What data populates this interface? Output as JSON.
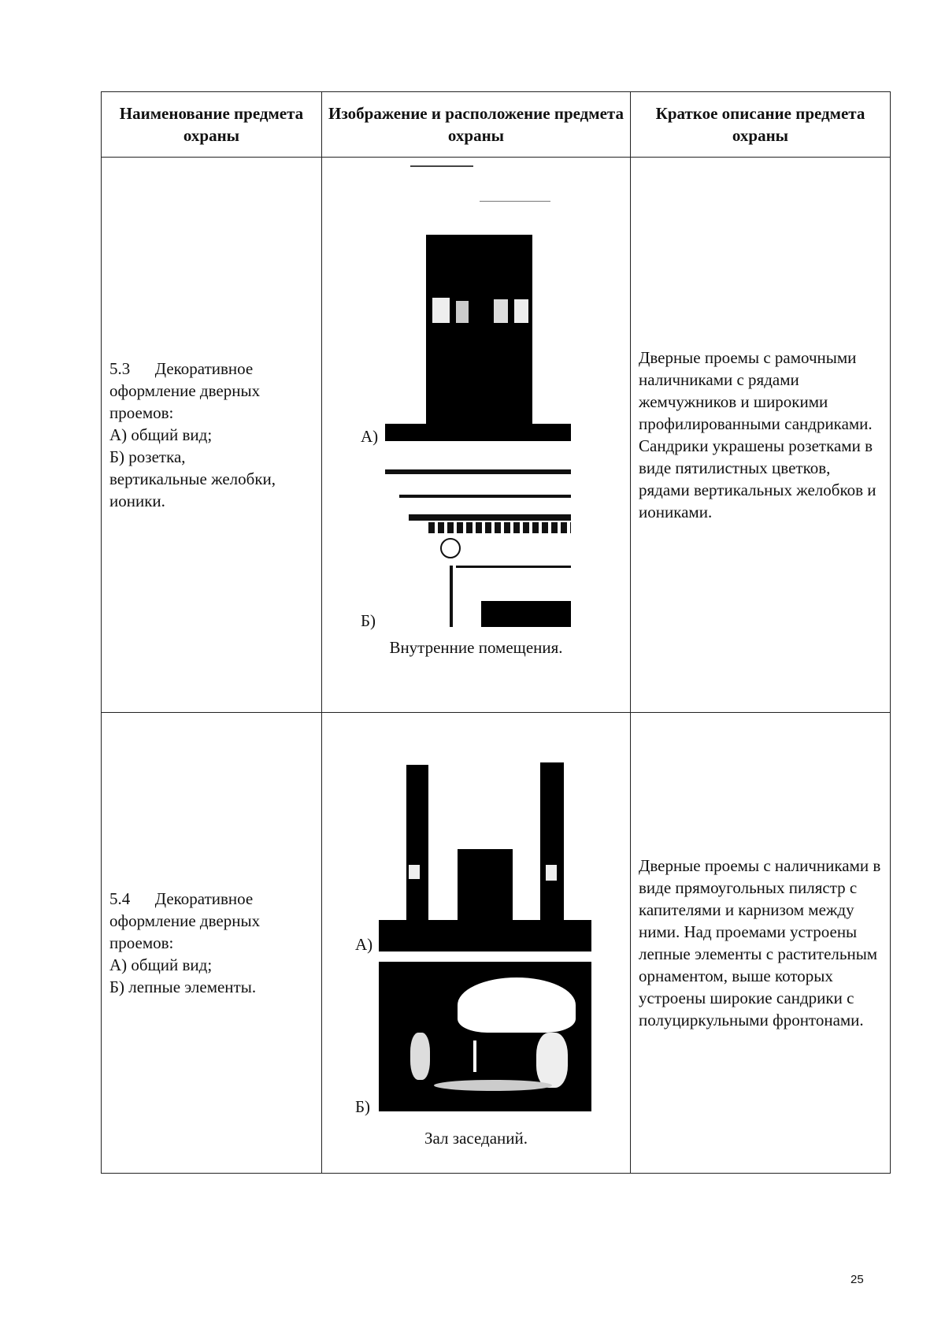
{
  "table": {
    "headers": [
      "Наименование предмета охраны",
      "Изображение и расположение предмета охраны",
      "Краткое описание предмета охраны"
    ],
    "rows": [
      {
        "number": "5.3",
        "name_lines": [
          "Декоративное",
          "оформление дверных",
          "проемов:",
          "А) общий вид;",
          "Б) розетка,",
          "вертикальные желобки,",
          "ионики."
        ],
        "image_labels": [
          "А)",
          "Б)"
        ],
        "image_caption": "Внутренние помещения.",
        "description": "Дверные проемы с рамочными наличниками с рядами жемчужников и широкими профилированными сандриками. Сандрики украшены розетками в виде пятилистных цветков, рядами вертикальных желобков и иониками."
      },
      {
        "number": "5.4",
        "name_lines": [
          "Декоративное",
          "оформление дверных",
          "проемов:",
          "А) общий вид;",
          "Б) лепные элементы."
        ],
        "image_labels": [
          "А)",
          "Б)"
        ],
        "image_caption": "Зал заседаний.",
        "description": "Дверные проемы с наличниками в виде прямоугольных пилястр с капителями и карнизом между ними. Над проемами устроены лепные элементы с растительным орнаментом, выше которых устроены широкие сандрики с полуциркульными фронтонами."
      }
    ]
  },
  "page_number": "25"
}
